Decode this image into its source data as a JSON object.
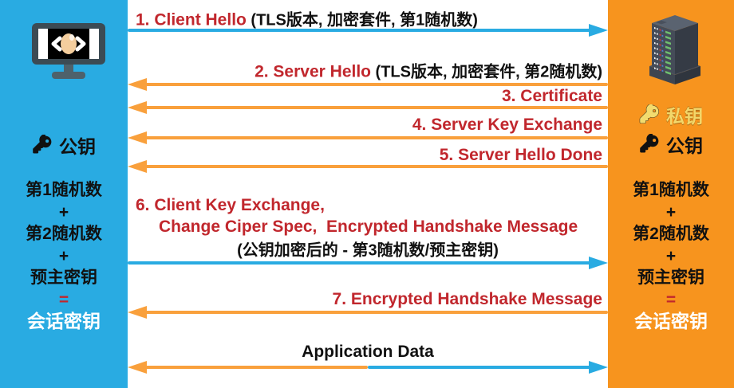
{
  "diagram": {
    "subject": "TLS handshake sequence",
    "client": {
      "public_key_label": "公钥",
      "formula": [
        "第1随机数",
        "+",
        "第2随机数",
        "+",
        "预主密钥",
        "=",
        "会话密钥"
      ]
    },
    "server": {
      "private_key_label": "私钥",
      "public_key_label": "公钥",
      "formula": [
        "第1随机数",
        "+",
        "第2随机数",
        "+",
        "预主密钥",
        "=",
        "会话密钥"
      ]
    },
    "messages": [
      {
        "label": "1. Client Hello",
        "detail": " (TLS版本, 加密套件, 第1随机数)",
        "direction": "client-to-server"
      },
      {
        "label": "2. Server Hello",
        "detail": " (TLS版本, 加密套件, 第2随机数)",
        "direction": "server-to-client"
      },
      {
        "label": "3. Certificate",
        "direction": "server-to-client"
      },
      {
        "label": "4. Server Key Exchange",
        "direction": "server-to-client"
      },
      {
        "label": "5. Server Hello Done",
        "direction": "server-to-client"
      },
      {
        "label_line1": "6. Client Key Exchange,",
        "label_line2": "Change Ciper Spec,  Encrypted Handshake Message",
        "detail": "(公钥加密后的 - 第3随机数/预主密钥)",
        "direction": "client-to-server"
      },
      {
        "label": "7. Encrypted Handshake Message",
        "direction": "server-to-client"
      },
      {
        "label": "Application Data",
        "direction": "bidirectional"
      }
    ],
    "colors": {
      "client_panel": "#29ABE2",
      "server_panel": "#F7941E",
      "client_arrow": "#29ABE2",
      "server_arrow": "#F9A03C",
      "message_label_red": "#C1272D",
      "detail_text": "#111111",
      "equals_sign_red": "#C1272D",
      "session_key_white": "#FFFFFF",
      "private_key_gold": "#F3D76A"
    }
  }
}
